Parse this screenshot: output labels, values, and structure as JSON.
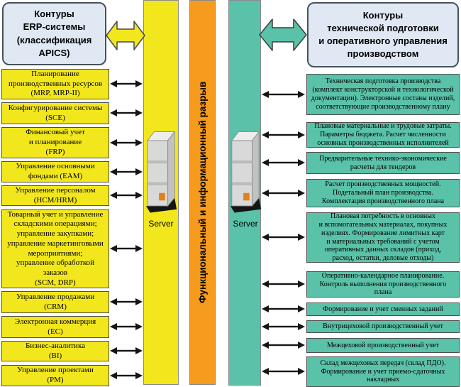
{
  "left": {
    "header": "Контуры\nERP-системы\n(классификация\nAPICS)",
    "items": [
      "Планирование\nпроизводственных ресурсов\n(MRP, MRP-II)",
      "Конфигурирование системы\n(SCE)",
      "Финансовый учет\nи планирование\n(FRP)",
      "Управление основными\nфондами (EAM)",
      "Управление персоналом\n(HCM/HRM)",
      "Товарный учет и управление\nскладскими операциями;\nуправление закупками;\nуправление маркетинговыми\nмероприятиями;\nуправление обработкой\nзаказов\n(SCM, DRP)",
      "Управление продажами\n(CRM)",
      "Электронная коммерция\n(EC)",
      "Бизнес-аналитика\n(BI)",
      "Управление проектами\n(PM)"
    ]
  },
  "right": {
    "header": "Контуры\nтехнической подготовки\nи оперативного управления\nпроизводством",
    "items": [
      "Техническая подготовка производства\n(комплект конструкторской и технологической\nдокументации). Электронные составы изделий,\nсоответствующие производственному плану",
      "Плановые материальные и трудовые затраты.\nПараметры бюджета. Расчет численности\nосновных производственных исполнителей",
      "Предварительные технико-экономические\nрасчеты для тендеров",
      "Расчет производственных мощностей.\nПодетальный план производства.\nКомплектация производственного плана",
      "Плановая потребность в основных\nи вспомогательных материалах, покупных\nизделиях. Формирование лимитных карт\nи материальных требований с учетом\nоперативных данных складов (приход,\nрасход, остатки, деловые отходы)",
      "Оперативно-календарное планирование.\nКонтроль выполнения производственного\nплана",
      "Формирование и учет сменных заданий",
      "Внутрицеховой производственный учет",
      "Межцеховой производственный учет",
      "Склад межцеховых передач (склад ПДО).\nФормирование и учет приемо-сдаточных\nнакладных"
    ]
  },
  "center": {
    "gap_label": "Функциональный и информационный разрыв",
    "left_server_label": "Server",
    "right_server_label": "Server"
  },
  "colors": {
    "yellow": "#f2e71c",
    "orange": "#f59b1d",
    "teal": "#5ac2a8",
    "header_bg": "#dfe8f3",
    "arrow_black": "#151515"
  }
}
